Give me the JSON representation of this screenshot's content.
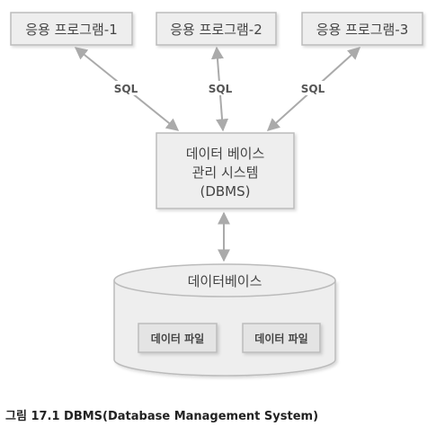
{
  "apps": [
    {
      "label": "응용 프로그램-1",
      "link_label": "SQL"
    },
    {
      "label": "응용 프로그램-2",
      "link_label": "SQL"
    },
    {
      "label": "응용 프로그램-3",
      "link_label": "SQL"
    }
  ],
  "dbms": {
    "lines": [
      "데이터 베이스",
      "관리 시스템",
      "(DBMS)"
    ]
  },
  "database": {
    "label": "데이터베이스",
    "files": [
      "데이터 파일",
      "데이터 파일"
    ]
  },
  "caption": "그림 17.1 DBMS(Database Management System)",
  "colors": {
    "box_fill": "#eeeeee",
    "box_stroke": "#bbbbbb",
    "arrow": "#aaaaaa",
    "text": "#444444"
  }
}
